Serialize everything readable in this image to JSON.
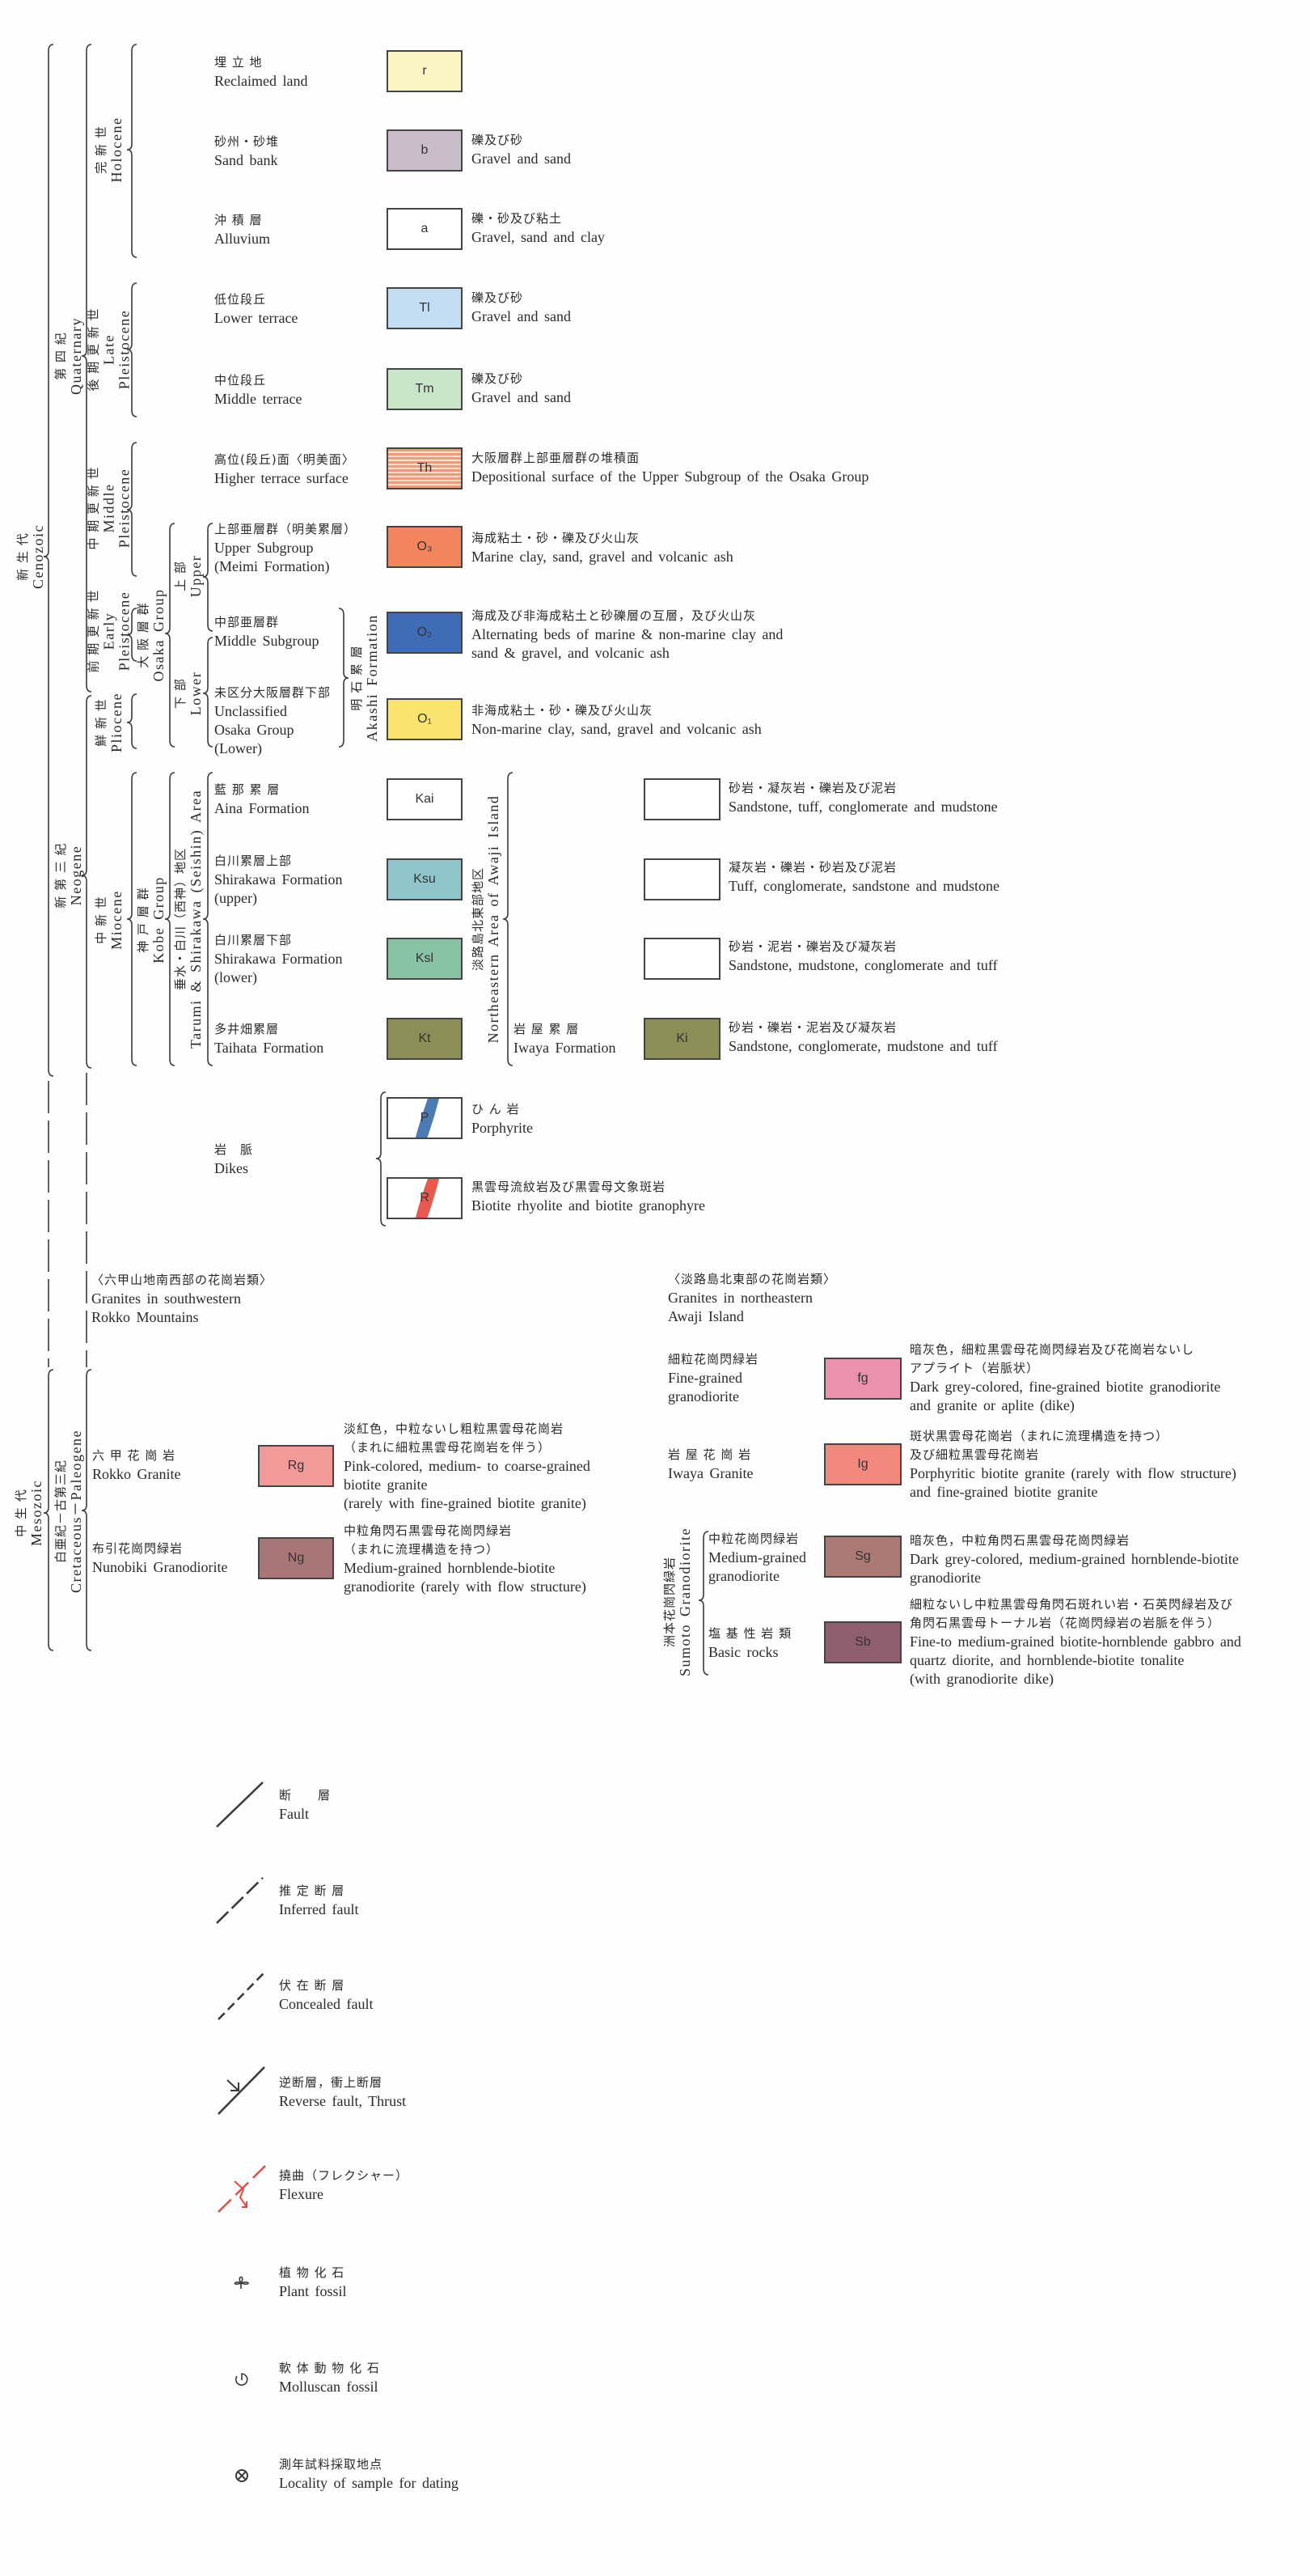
{
  "eras": {
    "cenozoic": {
      "jp": [
        "新 生 代"
      ],
      "en": [
        "Cenozoic"
      ]
    },
    "mesozoic": {
      "jp": [
        "中 生 代"
      ],
      "en": [
        "Mesozoic"
      ]
    }
  },
  "periods": {
    "quaternary": {
      "jp": [
        "第 四 紀"
      ],
      "en": [
        "Quaternary"
      ]
    },
    "neogene": {
      "jp": [
        "新 第 三 紀"
      ],
      "en": [
        "Neogene"
      ]
    },
    "cretaceous_paleogene": {
      "jp": [
        "白亜紀－古第三紀"
      ],
      "en": [
        "Cretaceous－Paleogene"
      ]
    }
  },
  "epochs": {
    "holocene": {
      "jp": [
        "完 新 世"
      ],
      "en": [
        "Holocene"
      ]
    },
    "late_pleistocene": {
      "jp": [
        "後 期 更 新 世"
      ],
      "en": [
        "Late",
        "Pleistocene"
      ]
    },
    "middle_pleistocene": {
      "jp": [
        "中 期 更 新 世"
      ],
      "en": [
        "Middle",
        "Pleistocene"
      ]
    },
    "early_pleistocene": {
      "jp": [
        "前 期 更 新 世"
      ],
      "en": [
        "Early",
        "Pleistocene"
      ]
    },
    "pliocene": {
      "jp": [
        "鮮 新 世"
      ],
      "en": [
        "Pliocene"
      ]
    },
    "miocene": {
      "jp": [
        "中 新 世"
      ],
      "en": [
        "Miocene"
      ]
    }
  },
  "groups": {
    "osaka": {
      "jp": [
        "大 阪 層 群"
      ],
      "en": [
        "Osaka Group"
      ]
    },
    "kobe": {
      "jp": [
        "神 戸 層 群"
      ],
      "en": [
        "Kobe Group"
      ]
    }
  },
  "subdivisions": {
    "upper": {
      "jp": [
        "上 部"
      ],
      "en": [
        "Upper"
      ]
    },
    "lower": {
      "jp": [
        "下 部"
      ],
      "en": [
        "Lower"
      ]
    },
    "tarumi": {
      "jp": [
        "垂水・白川（西神）地区"
      ],
      "en": [
        "Tarumi & Shirakawa (Seishin) Area"
      ]
    },
    "akashi": {
      "jp": [
        "明 石 累 層"
      ],
      "en": [
        "Akashi Formation"
      ]
    },
    "awaji": {
      "jp": [
        "淡路島北東部地区"
      ],
      "en": [
        "Northeastern Area of Awaji Island"
      ]
    },
    "sumoto": {
      "jp": [
        "洲本花崗閃緑岩"
      ],
      "en": [
        "Sumoto Granodiorite"
      ]
    }
  },
  "units": {
    "r": {
      "code": "r",
      "color": "#faf5c2",
      "jp": [
        "埋 立 地"
      ],
      "en": [
        "Reclaimed land"
      ],
      "desc_jp": [],
      "desc_en": []
    },
    "b": {
      "code": "b",
      "color": "#c9bdc9",
      "jp": [
        "砂州・砂堆"
      ],
      "en": [
        "Sand bank"
      ],
      "desc_jp": [
        "礫及び砂"
      ],
      "desc_en": [
        "Gravel and sand"
      ]
    },
    "a": {
      "code": "a",
      "color": "#ffffff",
      "jp": [
        "沖 積 層"
      ],
      "en": [
        "Alluvium"
      ],
      "desc_jp": [
        "礫・砂及び粘土"
      ],
      "desc_en": [
        "Gravel, sand and clay"
      ]
    },
    "Tl": {
      "code": "Tl",
      "color": "#c3def2",
      "jp": [
        "低位段丘"
      ],
      "en": [
        "Lower terrace"
      ],
      "desc_jp": [
        "礫及び砂"
      ],
      "desc_en": [
        "Gravel and sand"
      ]
    },
    "Tm": {
      "code": "Tm",
      "color": "#c9e6cb",
      "jp": [
        "中位段丘"
      ],
      "en": [
        "Middle terrace"
      ],
      "desc_jp": [
        "礫及び砂"
      ],
      "desc_en": [
        "Gravel and sand"
      ]
    },
    "Th": {
      "code": "Th",
      "color": "#ef9a78",
      "jp": [
        "高位(段丘)面〈明美面〉"
      ],
      "en": [
        "Higher terrace surface"
      ],
      "desc_jp": [
        "大阪層群上部亜層群の堆積面"
      ],
      "desc_en": [
        "Depositional surface of the Upper Subgroup of the Osaka Group"
      ]
    },
    "O3": {
      "code": "O₃",
      "color": "#f2855c",
      "jp": [
        "上部亜層群（明美累層）"
      ],
      "en": [
        "Upper Subgroup",
        "(Meimi Formation)"
      ],
      "desc_jp": [
        "海成粘土・砂・礫及び火山灰"
      ],
      "desc_en": [
        "Marine clay, sand, gravel and volcanic ash"
      ]
    },
    "O2": {
      "code": "O₂",
      "color": "#3f6db5",
      "jp": [
        "中部亜層群"
      ],
      "en": [
        "Middle Subgroup"
      ],
      "desc_jp": [
        "海成及び非海成粘土と砂礫層の互層，及び火山灰"
      ],
      "desc_en": [
        "Alternating beds of marine & non-marine clay and",
        "sand & gravel, and volcanic ash"
      ]
    },
    "O1": {
      "code": "O₁",
      "color": "#fbe36f",
      "jp": [
        "未区分大阪層群下部"
      ],
      "en": [
        "Unclassified",
        "Osaka Group",
        "(Lower)"
      ],
      "desc_jp": [
        "非海成粘土・砂・礫及び火山灰"
      ],
      "desc_en": [
        "Non-marine clay, sand, gravel and volcanic ash"
      ]
    },
    "Kai": {
      "code": "Kai",
      "color": "#ffffff",
      "jp": [
        "藍 那 累 層"
      ],
      "en": [
        "Aina Formation"
      ]
    },
    "Ksu": {
      "code": "Ksu",
      "color": "#8fc6cc",
      "jp": [
        "白川累層上部"
      ],
      "en": [
        "Shirakawa Formation",
        "(upper)"
      ]
    },
    "Ksl": {
      "code": "Ksl",
      "color": "#88c4a4",
      "jp": [
        "白川累層下部"
      ],
      "en": [
        "Shirakawa Formation",
        "(lower)"
      ]
    },
    "Kt": {
      "code": "Kt",
      "color": "#8c8f55",
      "jp": [
        "多井畑累層"
      ],
      "en": [
        "Taihata Formation"
      ]
    }
  },
  "awaji_units": {
    "a1": {
      "code": "",
      "color": "#ffffff",
      "desc_jp": [
        "砂岩・凝灰岩・礫岩及び泥岩"
      ],
      "desc_en": [
        "Sandstone, tuff, conglomerate and mudstone"
      ]
    },
    "a2": {
      "code": "",
      "color": "#ffffff",
      "desc_jp": [
        "凝灰岩・礫岩・砂岩及び泥岩"
      ],
      "desc_en": [
        "Tuff, conglomerate, sandstone and mudstone"
      ]
    },
    "a3": {
      "code": "",
      "color": "#ffffff",
      "desc_jp": [
        "砂岩・泥岩・礫岩及び凝灰岩"
      ],
      "desc_en": [
        "Sandstone, mudstone, conglomerate and tuff"
      ]
    },
    "Ki": {
      "code": "Ki",
      "color": "#8c8f55",
      "jp": [
        "岩 屋 累 層"
      ],
      "en": [
        "Iwaya Formation"
      ],
      "desc_jp": [
        "砂岩・礫岩・泥岩及び凝灰岩"
      ],
      "desc_en": [
        "Sandstone, conglomerate, mudstone and tuff"
      ]
    }
  },
  "dikes": {
    "label": {
      "jp": [
        "岩　脈"
      ],
      "en": [
        "Dikes"
      ]
    },
    "P": {
      "code": "P",
      "color": "#4a7bb5",
      "desc_jp": [
        "ひ ん 岩"
      ],
      "desc_en": [
        "Porphyrite"
      ]
    },
    "R": {
      "code": "R",
      "color": "#e8584f",
      "desc_jp": [
        "黒雲母流紋岩及び黒雲母文象斑岩"
      ],
      "desc_en": [
        "Biotite rhyolite and biotite granophyre"
      ]
    }
  },
  "granites_sw": {
    "heading": {
      "jp": [
        "〈六甲山地南西部の花崗岩類〉"
      ],
      "en": [
        "Granites in southwestern",
        "Rokko Mountains"
      ]
    },
    "Rg": {
      "code": "Rg",
      "color": "#f29a98",
      "jp": [
        "六 甲 花 崗 岩"
      ],
      "en": [
        "Rokko Granite"
      ],
      "desc_jp": [
        "淡紅色，中粒ないし粗粒黒雲母花崗岩",
        "（まれに細粒黒雲母花崗岩を伴う）"
      ],
      "desc_en": [
        "Pink-colored, medium- to coarse-grained",
        "biotite granite",
        "(rarely with fine-grained biotite granite)"
      ]
    },
    "Ng": {
      "code": "Ng",
      "color": "#a87676",
      "jp": [
        "布引花崗閃緑岩"
      ],
      "en": [
        "Nunobiki Granodiorite"
      ],
      "desc_jp": [
        "中粒角閃石黒雲母花崗閃緑岩",
        "（まれに流理構造を持つ）"
      ],
      "desc_en": [
        "Medium-grained hornblende-biotite",
        "granodiorite (rarely with flow structure)"
      ]
    }
  },
  "granites_ne": {
    "heading": {
      "jp": [
        "〈淡路島北東部の花崗岩類〉"
      ],
      "en": [
        "Granites in northeastern",
        "Awaji Island"
      ]
    },
    "fg": {
      "code": "fg",
      "color": "#ea91ac",
      "jp": [
        "細粒花崗閃緑岩"
      ],
      "en": [
        "Fine-grained",
        "granodiorite"
      ],
      "desc_jp": [
        "暗灰色，細粒黒雲母花崗閃緑岩及び花崗岩ないし",
        "アプライト（岩脈状）"
      ],
      "desc_en": [
        "Dark grey-colored, fine-grained biotite granodiorite",
        "and granite or aplite (dike)"
      ]
    },
    "Ig": {
      "code": "Ig",
      "color": "#f3897d",
      "jp": [
        "岩 屋 花 崗 岩"
      ],
      "en": [
        "Iwaya Granite"
      ],
      "desc_jp": [
        "斑状黒雲母花崗岩（まれに流理構造を持つ）",
        "及び細粒黒雲母花崗岩"
      ],
      "desc_en": [
        "Porphyritic biotite granite (rarely with flow structure)",
        "and fine-grained biotite granite"
      ]
    },
    "Sg": {
      "code": "Sg",
      "color": "#ab7a74",
      "jp": [
        "中粒花崗閃緑岩"
      ],
      "en": [
        "Medium-grained",
        "granodiorite"
      ],
      "desc_jp": [
        "暗灰色，中粒角閃石黒雲母花崗閃緑岩"
      ],
      "desc_en": [
        "Dark grey-colored, medium-grained hornblende-biotite",
        "granodiorite"
      ]
    },
    "Sb": {
      "code": "Sb",
      "color": "#8f5f70",
      "jp": [
        "塩 基 性 岩 類"
      ],
      "en": [
        "Basic rocks"
      ],
      "desc_jp": [
        "細粒ないし中粒黒雲母角閃石斑れい岩・石英閃緑岩及び",
        "角閃石黒雲母トーナル岩（花崗閃緑岩の岩脈を伴う）"
      ],
      "desc_en": [
        "Fine-to medium-grained biotite-hornblende gabbro and",
        "quartz diorite, and hornblende-biotite tonalite",
        "(with granodiorite dike)"
      ]
    }
  },
  "symbols": [
    {
      "icon": "fault-icon",
      "jp": [
        "断　　層"
      ],
      "en": [
        "Fault"
      ]
    },
    {
      "icon": "inferred-fault-icon",
      "jp": [
        "推 定 断 層"
      ],
      "en": [
        "Inferred fault"
      ]
    },
    {
      "icon": "concealed-fault-icon",
      "jp": [
        "伏 在 断 層"
      ],
      "en": [
        "Concealed fault"
      ]
    },
    {
      "icon": "reverse-fault-icon",
      "jp": [
        "逆断層，衝上断層"
      ],
      "en": [
        "Reverse fault, Thrust"
      ]
    },
    {
      "icon": "flexure-icon",
      "jp": [
        "撓曲（フレクシャー）"
      ],
      "en": [
        "Flexure"
      ]
    },
    {
      "icon": "plant-fossil-icon",
      "jp": [
        "植 物 化 石"
      ],
      "en": [
        "Plant fossil"
      ]
    },
    {
      "icon": "molluscan-fossil-icon",
      "jp": [
        "軟 体 動 物 化 石"
      ],
      "en": [
        "Molluscan fossil"
      ]
    },
    {
      "icon": "dating-sample-icon",
      "jp": [
        "測年試料採取地点"
      ],
      "en": [
        "Locality of sample for dating"
      ]
    }
  ],
  "colors": {
    "line": "#3a3a3a",
    "flexure": "#e5483f"
  }
}
